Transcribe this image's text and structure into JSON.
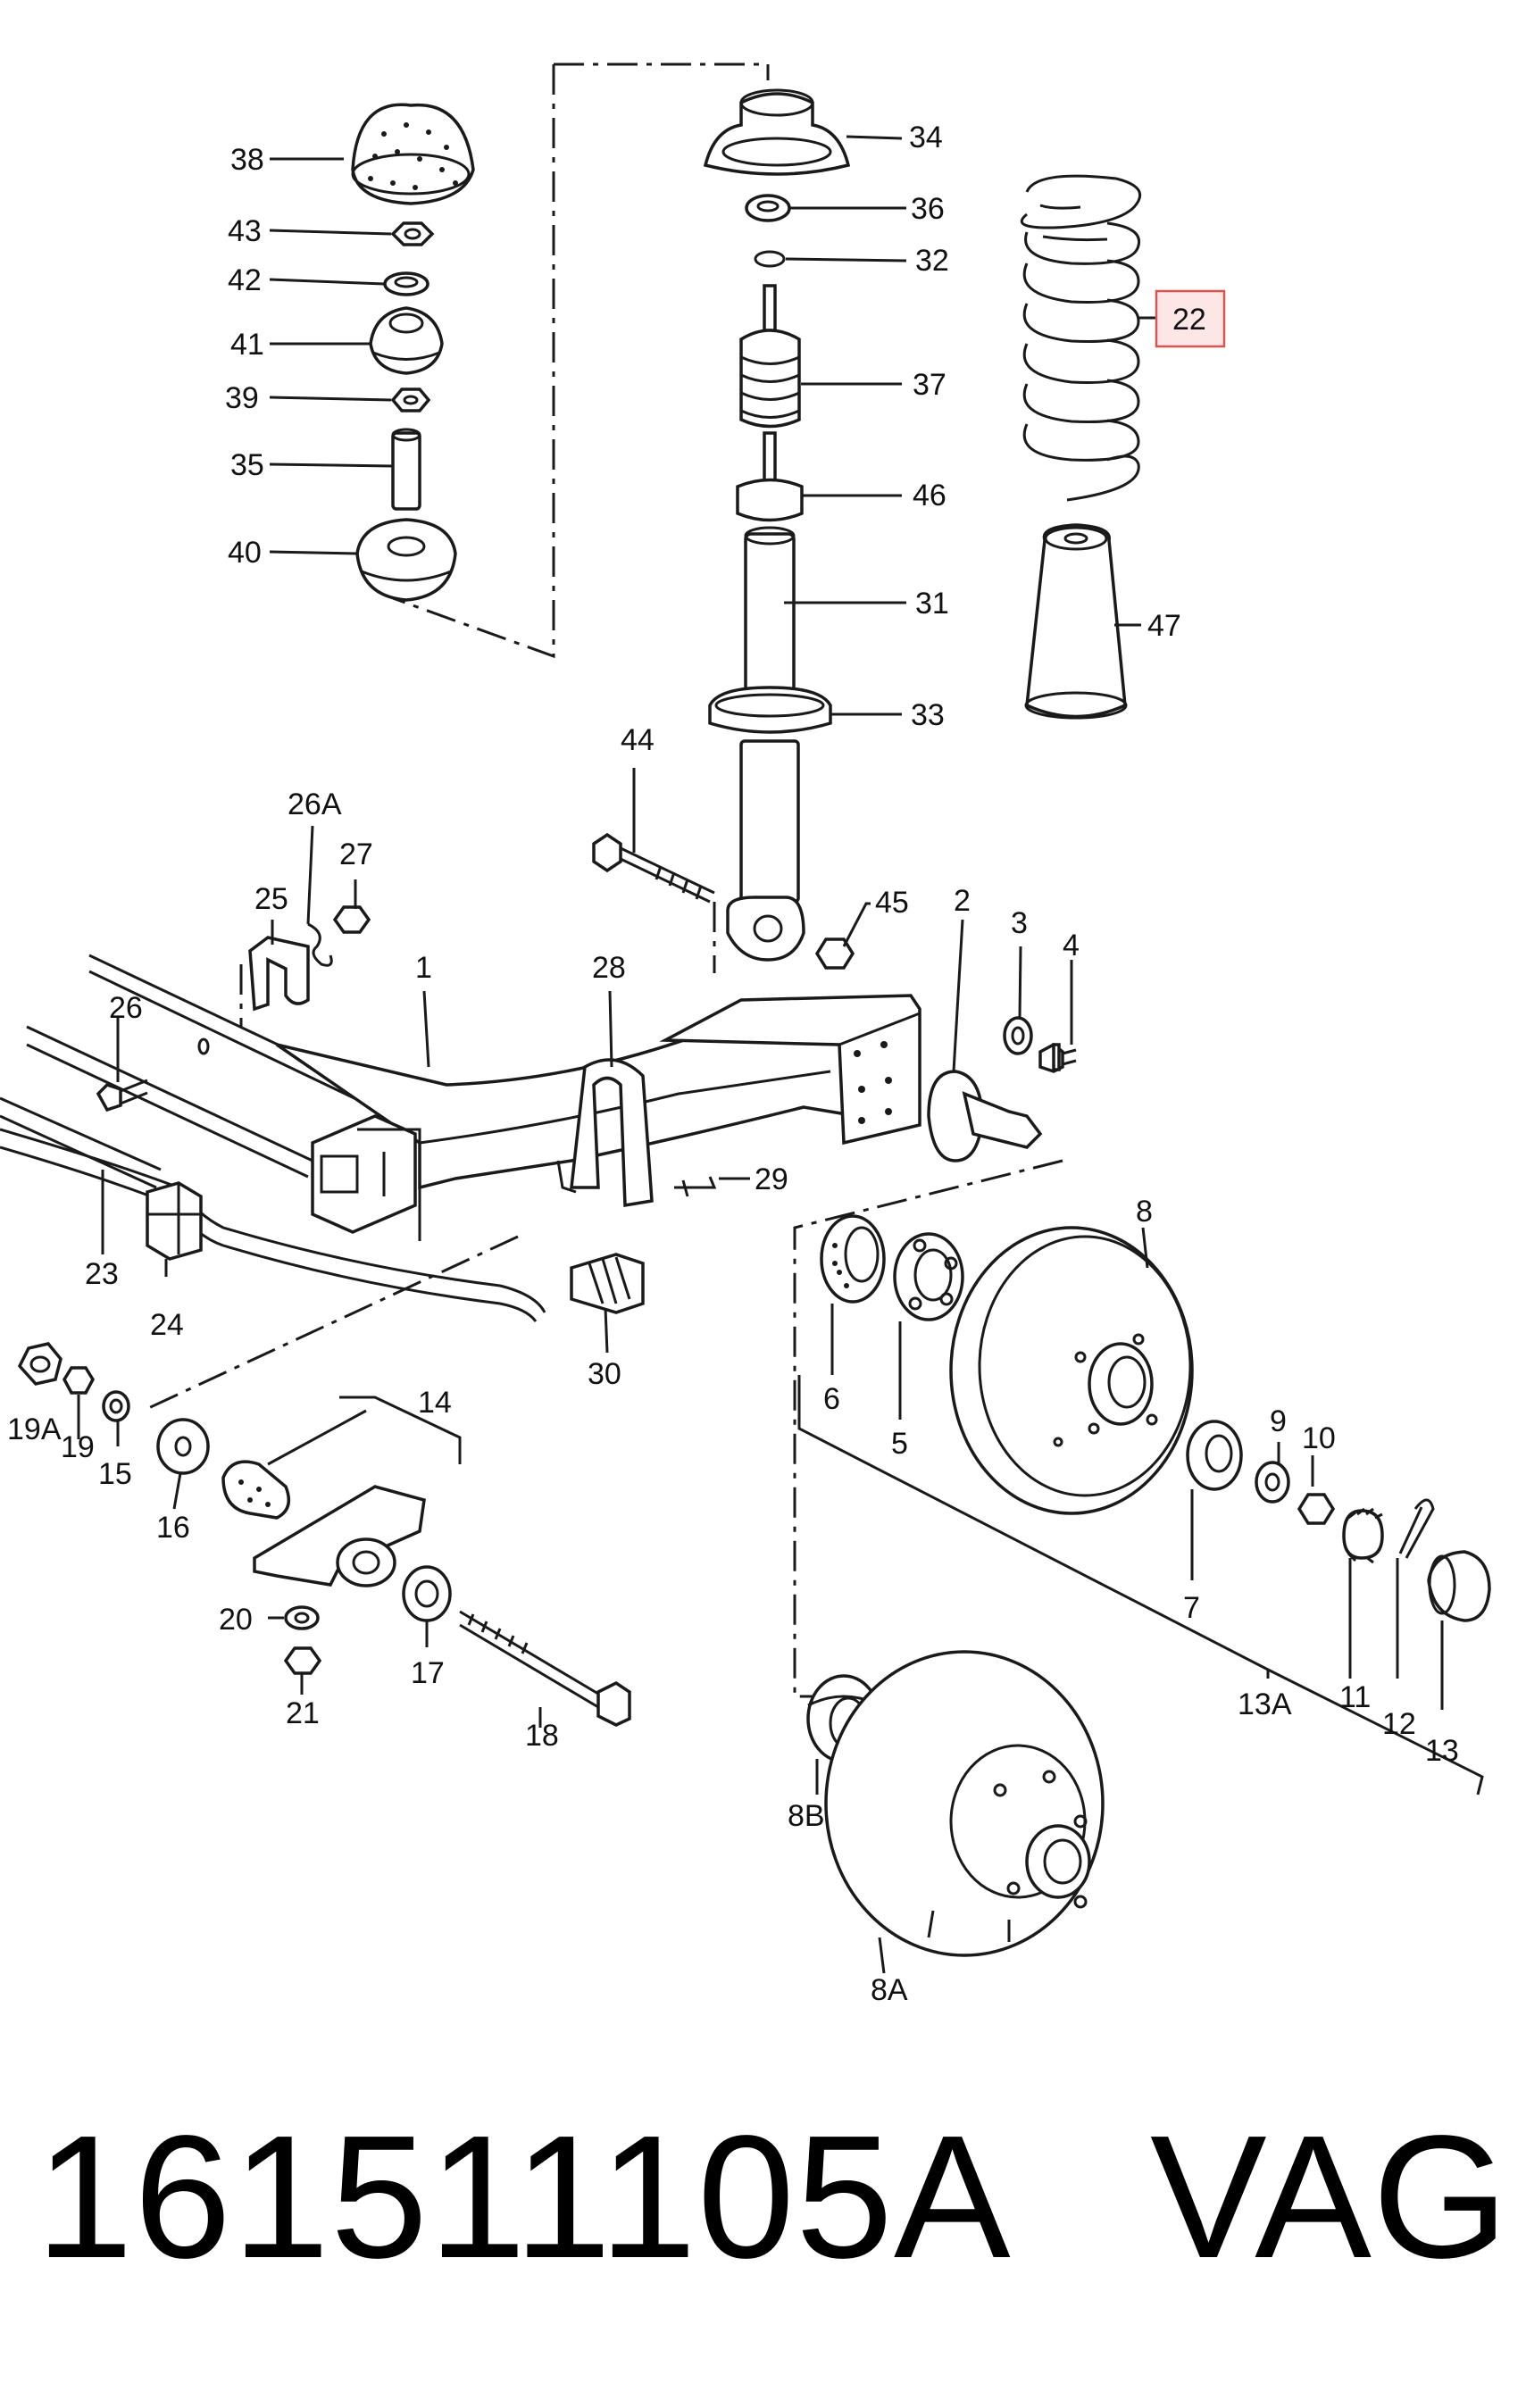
{
  "diagram": {
    "callouts": [
      "38",
      "43",
      "42",
      "41",
      "39",
      "35",
      "40",
      "34",
      "36",
      "32",
      "37",
      "46",
      "31",
      "33",
      "22",
      "47",
      "44",
      "26A",
      "27",
      "25",
      "45",
      "2",
      "3",
      "4",
      "1",
      "28",
      "26",
      "29",
      "23",
      "24",
      "30",
      "8",
      "6",
      "5",
      "9",
      "10",
      "19A",
      "19",
      "15",
      "16",
      "14",
      "7",
      "11",
      "12",
      "13",
      "13A",
      "20",
      "21",
      "17",
      "18",
      "8B",
      "8A"
    ],
    "highlighted_callout": "22",
    "highlight_color": "#d9534f"
  },
  "caption": {
    "part_number": "161511105A",
    "brand": "VAG"
  }
}
